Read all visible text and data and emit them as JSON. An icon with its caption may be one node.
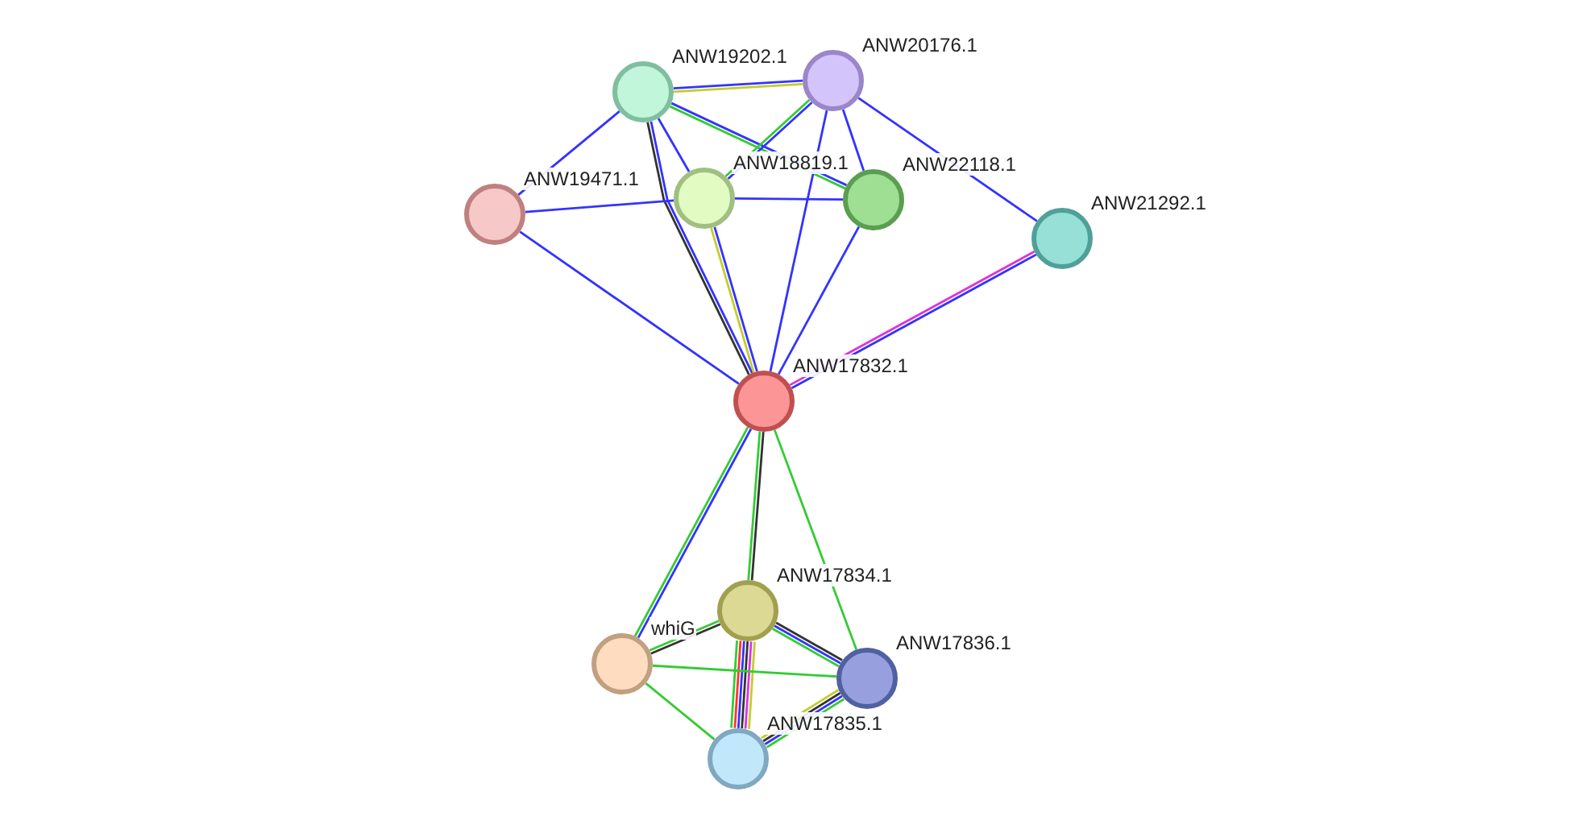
{
  "diagram": {
    "nodes": [
      {
        "text": [
          "ANW19202.1"
        ]
      },
      {
        "text": [
          "ANW20176.1"
        ]
      },
      {
        "text": [
          "ANW19471.1"
        ]
      },
      {
        "text": [
          "ANW18819.1"
        ]
      },
      {
        "text": [
          "ANW22118.1"
        ]
      },
      {
        "text": [
          "ANW21292.1"
        ]
      },
      {
        "text": [
          "ANW17832.1"
        ]
      },
      {
        "text": [
          "ANW17834.1"
        ]
      },
      {
        "text": [
          "whiG"
        ]
      },
      {
        "text": [
          "ANW17836.1"
        ]
      },
      {
        "text": [
          "ANW17835.1"
        ]
      }
    ],
    "edges": [
      {
        "from": 0,
        "to": 1,
        "arrow": "none",
        "color": "#3333ff"
      },
      {
        "from": 0,
        "to": 1,
        "arrow": "none",
        "color": "#c4cc2e"
      },
      {
        "from": 0,
        "to": 2,
        "arrow": "none",
        "color": "#3333ff"
      },
      {
        "from": 0,
        "to": 3,
        "arrow": "none",
        "color": "#3333ff"
      },
      {
        "from": 0,
        "to": 4,
        "arrow": "none",
        "color": "#3333ff"
      },
      {
        "from": 0,
        "to": 4,
        "arrow": "none",
        "color": "#33cc33"
      },
      {
        "from": 0,
        "to": 6,
        "arrow": "none",
        "color": "#3333ff"
      },
      {
        "from": 0,
        "to": 6,
        "arrow": "none",
        "color": "#333333"
      },
      {
        "from": 1,
        "to": 3,
        "arrow": "none",
        "color": "#3333ff"
      },
      {
        "from": 1,
        "to": 3,
        "arrow": "none",
        "color": "#33cc33"
      },
      {
        "from": 1,
        "to": 4,
        "arrow": "none",
        "color": "#3333ff"
      },
      {
        "from": 1,
        "to": 5,
        "arrow": "none",
        "color": "#3333ff"
      },
      {
        "from": 1,
        "to": 6,
        "arrow": "none",
        "color": "#3333ff"
      },
      {
        "from": 2,
        "to": 3,
        "arrow": "none",
        "color": "#3333ff"
      },
      {
        "from": 2,
        "to": 6,
        "arrow": "none",
        "color": "#3333ff"
      },
      {
        "from": 3,
        "to": 4,
        "arrow": "none",
        "color": "#3333ff"
      },
      {
        "from": 3,
        "to": 6,
        "arrow": "none",
        "color": "#3333ff"
      },
      {
        "from": 3,
        "to": 6,
        "arrow": "none",
        "color": "#c4cc2e"
      },
      {
        "from": 4,
        "to": 6,
        "arrow": "none",
        "color": "#3333ff"
      },
      {
        "from": 5,
        "to": 6,
        "arrow": "none",
        "color": "#3333ff"
      },
      {
        "from": 5,
        "to": 6,
        "arrow": "none",
        "color": "#dd33dd"
      },
      {
        "from": 6,
        "to": 7,
        "arrow": "none",
        "color": "#333333"
      },
      {
        "from": 6,
        "to": 7,
        "arrow": "none",
        "color": "#33cc33"
      },
      {
        "from": 6,
        "to": 8,
        "arrow": "none",
        "color": "#3333ff"
      },
      {
        "from": 6,
        "to": 8,
        "arrow": "none",
        "color": "#33cc33"
      },
      {
        "from": 6,
        "to": 9,
        "arrow": "none",
        "color": "#33cc33"
      },
      {
        "from": 7,
        "to": 8,
        "arrow": "none",
        "color": "#333333"
      },
      {
        "from": 7,
        "to": 8,
        "arrow": "none",
        "color": "#33cc33"
      },
      {
        "from": 7,
        "to": 9,
        "arrow": "none",
        "color": "#333333"
      },
      {
        "from": 7,
        "to": 9,
        "arrow": "none",
        "color": "#3333ff"
      },
      {
        "from": 7,
        "to": 9,
        "arrow": "none",
        "color": "#33cc33"
      },
      {
        "from": 7,
        "to": 10,
        "arrow": "none",
        "color": "#c4cc2e"
      },
      {
        "from": 7,
        "to": 10,
        "arrow": "none",
        "color": "#dd33dd"
      },
      {
        "from": 7,
        "to": 10,
        "arrow": "none",
        "color": "#333333"
      },
      {
        "from": 7,
        "to": 10,
        "arrow": "none",
        "color": "#3333ff"
      },
      {
        "from": 7,
        "to": 10,
        "arrow": "none",
        "color": "#ff3333"
      },
      {
        "from": 7,
        "to": 10,
        "arrow": "none",
        "color": "#33cc33"
      },
      {
        "from": 8,
        "to": 9,
        "arrow": "none",
        "color": "#33cc33"
      },
      {
        "from": 8,
        "to": 10,
        "arrow": "none",
        "color": "#33cc33"
      },
      {
        "from": 9,
        "to": 10,
        "arrow": "none",
        "color": "#33cc33"
      },
      {
        "from": 9,
        "to": 10,
        "arrow": "none",
        "color": "#3333ff"
      },
      {
        "from": 9,
        "to": 10,
        "arrow": "none",
        "color": "#333333"
      },
      {
        "from": 9,
        "to": 10,
        "arrow": "none",
        "color": "#c4cc2e"
      }
    ]
  }
}
